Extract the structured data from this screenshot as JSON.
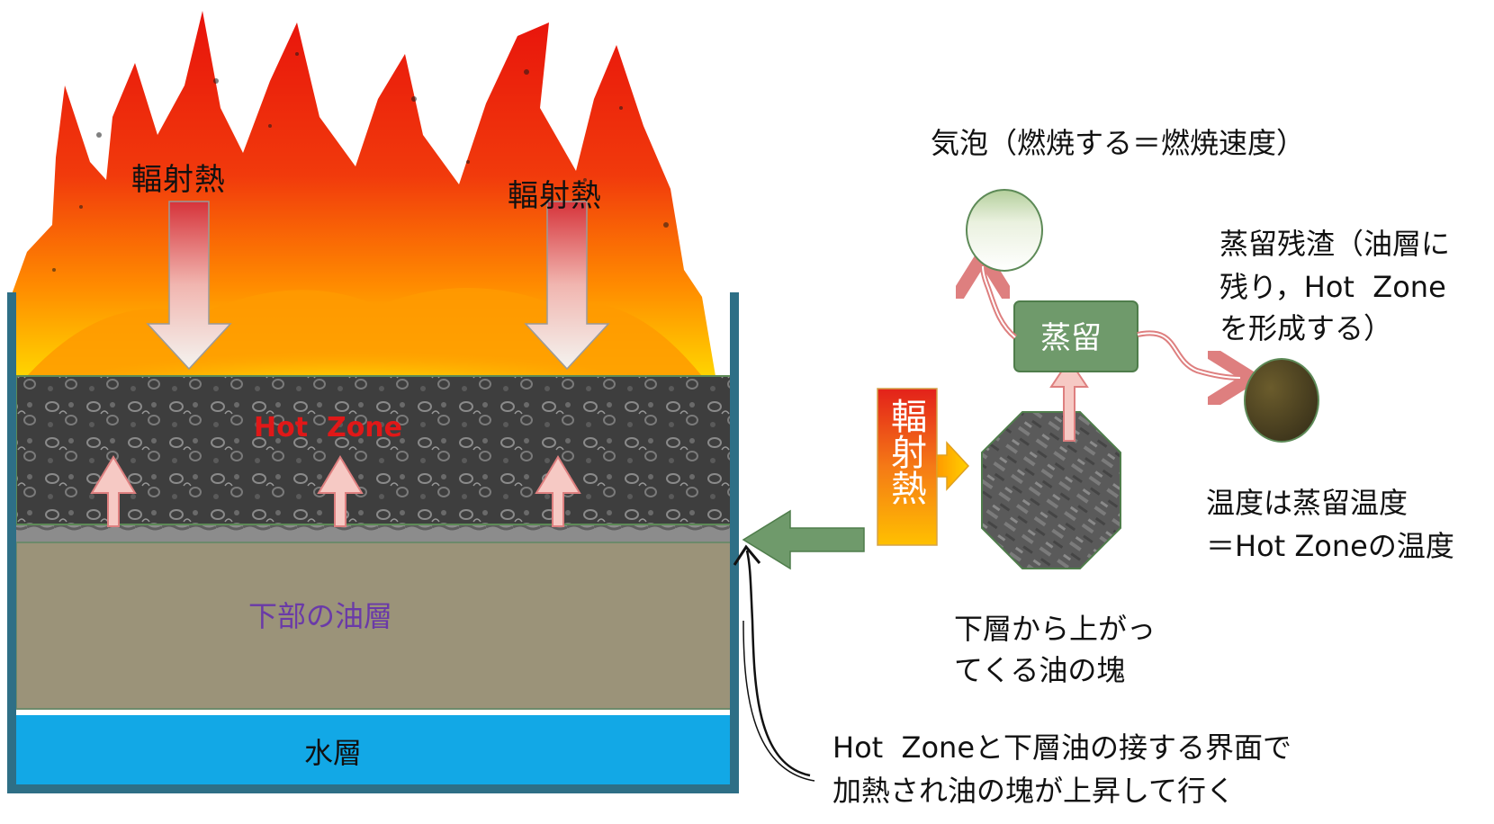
{
  "labels": {
    "radiant_heat_left": "輻射熱",
    "radiant_heat_right": "輻射熱",
    "hot_zone": "Hot  Zone",
    "lower_oil": "下部の油層",
    "water": "水層",
    "radiant_heat_vertical": "輻射熱",
    "distill": "蒸留",
    "bubble": "気泡（燃焼する＝燃焼速度）",
    "residue_1": "蒸留残渣（油層に",
    "residue_2": "残り，Hot  Zone",
    "residue_3": "を形成する）",
    "temp_1": "温度は蒸留温度",
    "temp_2": "＝Hot Zoneの温度",
    "chunk_1": "下層から上がっ",
    "chunk_2": "てくる油の塊",
    "bottom_1": "Hot  Zoneと下層油の接する界面で",
    "bottom_2": "加熱され油の塊が上昇して行く"
  },
  "colors": {
    "tank_wall": "#2e6f86",
    "hot_zone_text": "#e01818",
    "lower_oil_fill": "#9b9379",
    "lower_oil_text": "#6a3aa8",
    "water_fill": "#12a8e6",
    "box_green": "#6f9a6b",
    "arrow_pink": "#de7f7f"
  }
}
